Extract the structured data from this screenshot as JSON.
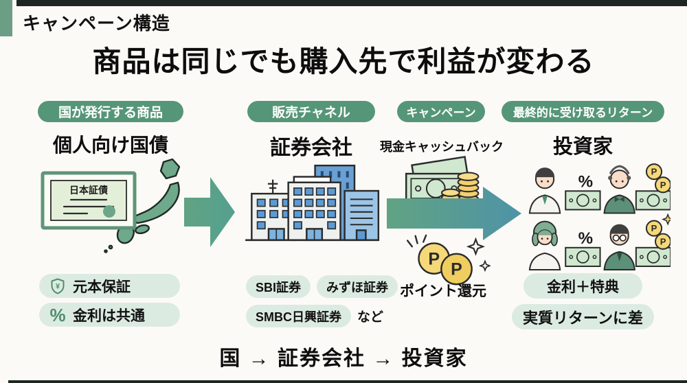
{
  "slide": {
    "kicker": "キャンペーン構造",
    "title": "商品は同じでも購入先で利益が変わる",
    "footer": "国 → 証券会社 → 投資家"
  },
  "columns": {
    "product": {
      "pill": "国が発行する商品",
      "heading": "個人向け国債",
      "illustration": "bond-certificate-and-japan-map",
      "certificate_title": "日本証債",
      "badges": [
        {
          "icon": "yen-shield-icon",
          "label": "元本保証"
        },
        {
          "icon": "percent-icon",
          "label": "金利は共通"
        }
      ]
    },
    "channel": {
      "pill": "販売チャネル",
      "heading": "証券会社",
      "illustration": "office-buildings",
      "badges": [
        {
          "label": "SBI証券"
        },
        {
          "label": "みずほ証券"
        },
        {
          "label": "SMBC日興証券"
        }
      ],
      "badges_suffix": "など"
    },
    "campaign": {
      "pill": "キャンペーン",
      "heading": "現金キャッシュバック",
      "illustration": "cash-and-coin-stacks",
      "caption": "ポイント還元"
    },
    "return": {
      "pill": "最終的に受け取るリターン",
      "heading": "投資家",
      "illustration": "four-investors",
      "badges": [
        {
          "label": "金利＋特典"
        },
        {
          "label": "実質リターンに差"
        }
      ]
    }
  },
  "symbols": {
    "percent": "%",
    "point": "P",
    "yen": "¥"
  },
  "colors": {
    "pill_green": "#569678",
    "badge_light_green": "#dcebe1",
    "icon_green": "#4e8f6e",
    "corner_accent": "#6c9e86",
    "frame_dark": "#1e2622",
    "arrow_gradient_start": "#61a383",
    "arrow_gradient_end": "#4e93a7",
    "map_green": "#6fa98c",
    "note_green": "#cfe8cf",
    "coin_yellow": "#f5d878",
    "building_blue": "#6aa0d4"
  }
}
